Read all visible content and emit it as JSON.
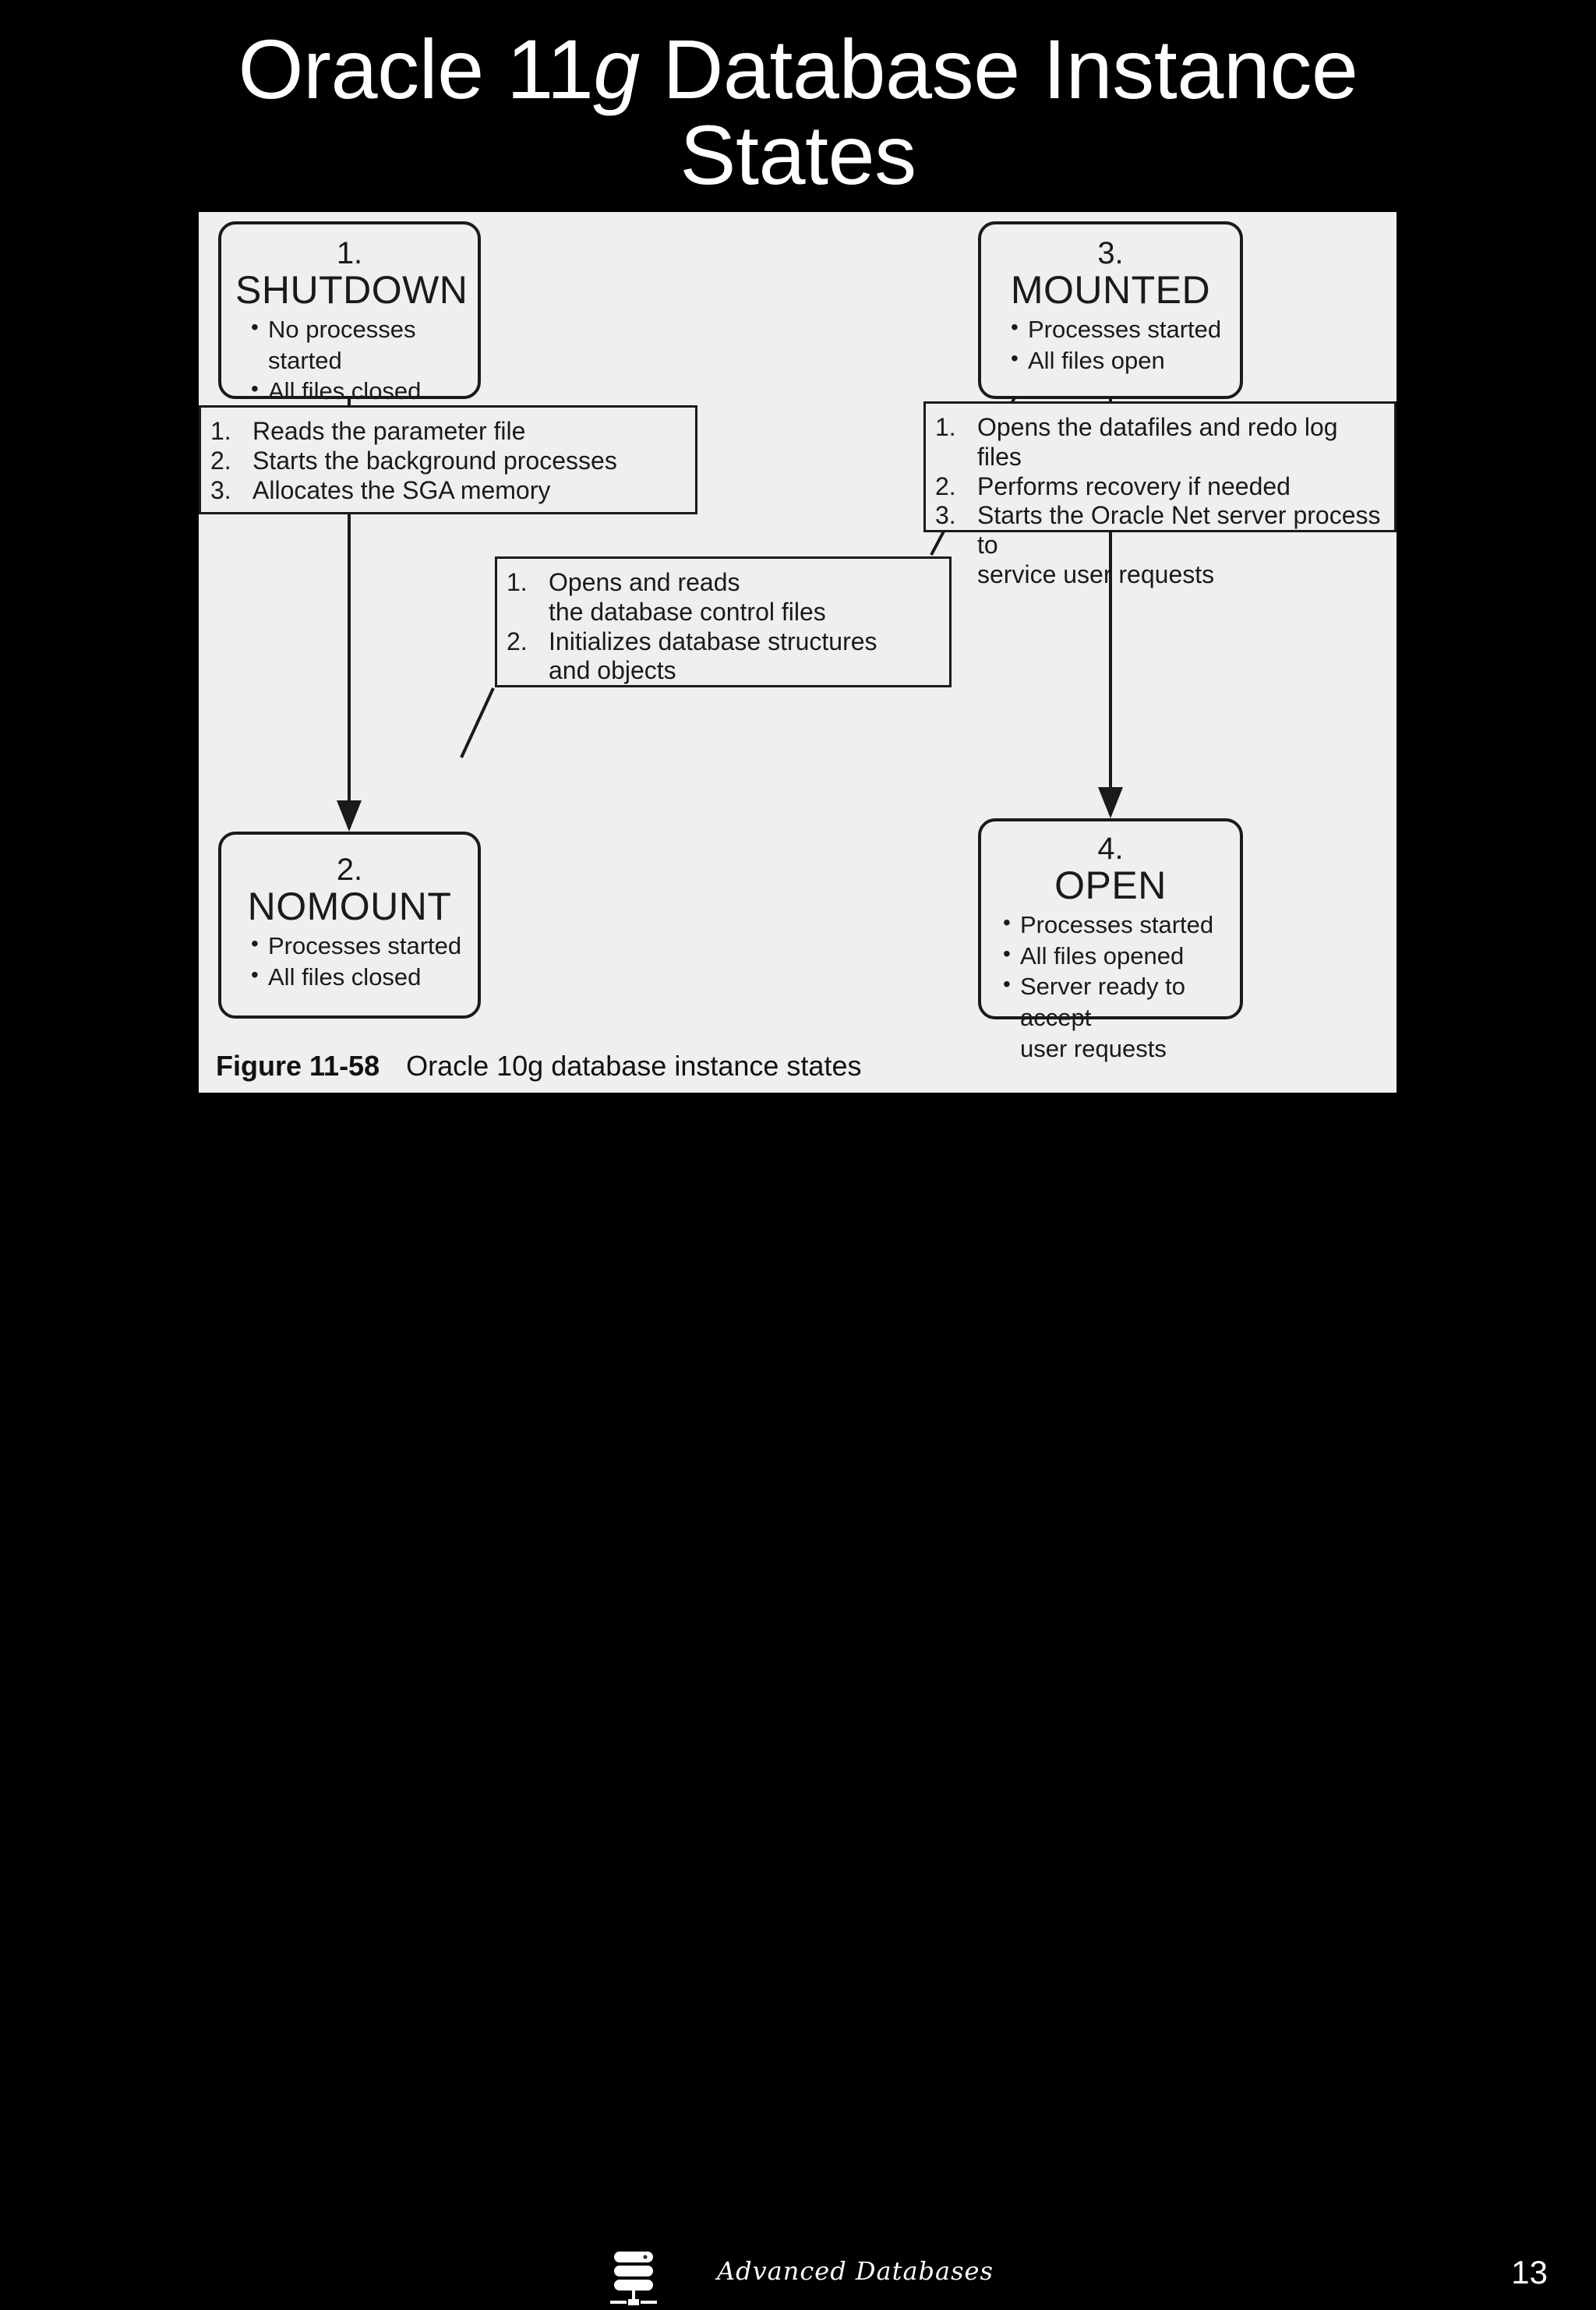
{
  "slide": {
    "title_part1": "Oracle 11",
    "title_italic": "g",
    "title_part2": " Database Instance States",
    "page_number": "13",
    "background_color": "#000000",
    "panel_color": "#efefef",
    "text_color": "#1a1a1a"
  },
  "footer": {
    "icon_name": "database-server-icon",
    "label": "Advanced Databases"
  },
  "figure": {
    "caption_label": "Figure 11-58",
    "caption_text": "Oracle 10g database instance states",
    "states": [
      {
        "number": "1.",
        "name": "SHUTDOWN",
        "bullets": [
          "No processes started",
          "All files closed"
        ]
      },
      {
        "number": "3.",
        "name": "MOUNTED",
        "bullets": [
          "Processes started",
          "All files open"
        ]
      },
      {
        "number": "2.",
        "name": "NOMOUNT",
        "bullets": [
          "Processes started",
          "All files closed"
        ]
      },
      {
        "number": "4.",
        "name": "OPEN",
        "bullets": [
          "Processes started",
          "All files opened",
          "Server ready to accept",
          "user requests"
        ]
      }
    ],
    "notes": {
      "left": {
        "items": [
          {
            "n": "1.",
            "t": "Reads the parameter file"
          },
          {
            "n": "2.",
            "t": "Starts the background processes"
          },
          {
            "n": "3.",
            "t": "Allocates the SGA memory"
          }
        ]
      },
      "right": {
        "items": [
          {
            "n": "1.",
            "t": "Opens the datafiles and redo log files"
          },
          {
            "n": "2.",
            "t": "Performs recovery if needed"
          },
          {
            "n": "3.",
            "t": "Starts the Oracle Net server process to"
          },
          {
            "n": "",
            "t": "service user requests"
          }
        ]
      },
      "middle": {
        "items": [
          {
            "n": "1.",
            "t": "Opens and reads"
          },
          {
            "n": "",
            "t": "the database control files"
          },
          {
            "n": "2.",
            "t": "Initializes database structures"
          },
          {
            "n": "",
            "t": "and objects"
          }
        ]
      }
    },
    "transitions": [
      {
        "from": "SHUTDOWN",
        "to": "NOMOUNT",
        "direction": "down"
      },
      {
        "from": "NOMOUNT",
        "to": "MOUNTED",
        "direction": "diagonal-up-right"
      },
      {
        "from": "MOUNTED",
        "to": "OPEN",
        "direction": "down"
      }
    ]
  }
}
